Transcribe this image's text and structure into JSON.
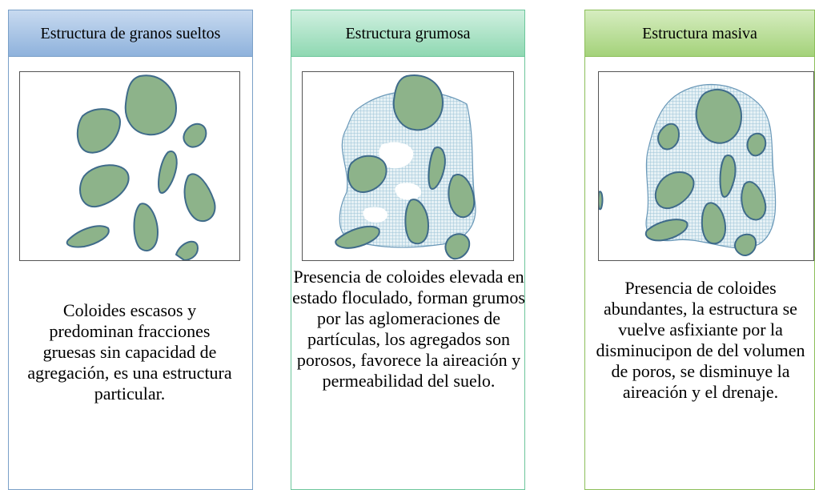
{
  "panels": [
    {
      "title": "Estructura de granos sueltos",
      "description": "Coloides escasos y predominan fracciones gruesas sin capacidad de agregación, es una estructura particular."
    },
    {
      "title": "Estructura grumosa",
      "description": "Presencia de coloides elevada en estado floculado, forman grumos por las aglomeraciones de partículas, los agregados son porosos, favorece la aireación y permeabilidad del suelo."
    },
    {
      "title": "Estructura masiva",
      "description": "Presencia de coloides abundantes, la estructura se vuelve asfixiante por la disminucipon de del volumen de poros, se disminuye la aireación y el drenaje."
    }
  ],
  "colors": {
    "grain_fill": "#8db38a",
    "grain_stroke": "#3f6b8a",
    "matrix_hatch": "#9cc4d6"
  }
}
